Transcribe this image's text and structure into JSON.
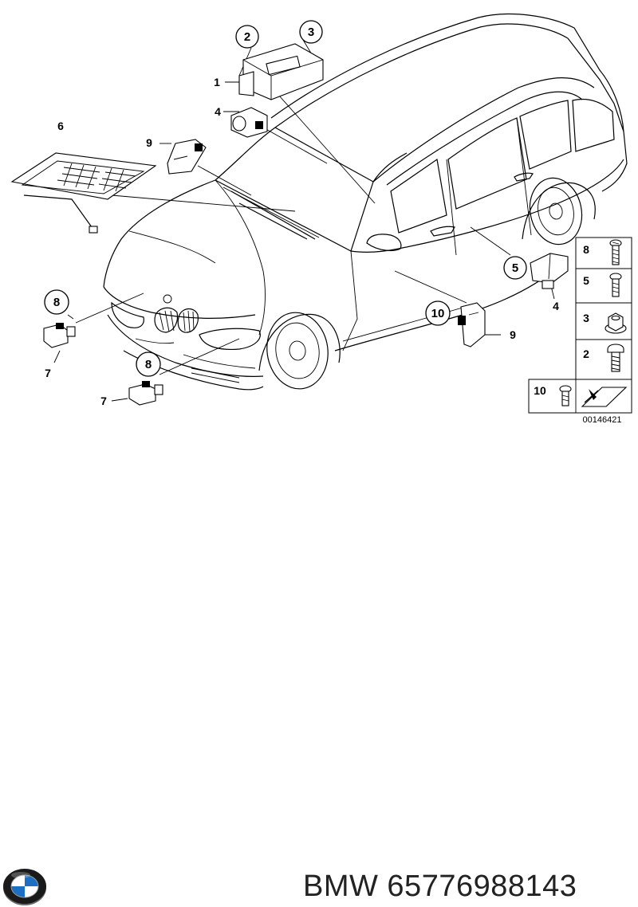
{
  "callouts": {
    "c1": "1",
    "c2": "2",
    "c3": "3",
    "c4_top": "4",
    "c5": "5",
    "c4_right": "4",
    "c6": "6",
    "c7_left": "7",
    "c7_bottom": "7",
    "c8_left": "8",
    "c8_bottom": "8",
    "c9_left": "9",
    "c9_right": "9",
    "c10": "10"
  },
  "legend": {
    "rows": [
      {
        "label": "8",
        "icon": "screw-long-icon"
      },
      {
        "label": "5",
        "icon": "screw-short-icon"
      },
      {
        "label": "3",
        "icon": "flange-nut-icon"
      },
      {
        "label": "2",
        "icon": "bolt-icon"
      }
    ],
    "bottom_label": "10",
    "bottom_icon": "small-screw-icon",
    "arrow_icon": "flat-arrow-icon"
  },
  "reference_number": "00146421",
  "footer": {
    "logo": "bmw-roundel-logo",
    "part_text": "BMW 65776988143"
  }
}
